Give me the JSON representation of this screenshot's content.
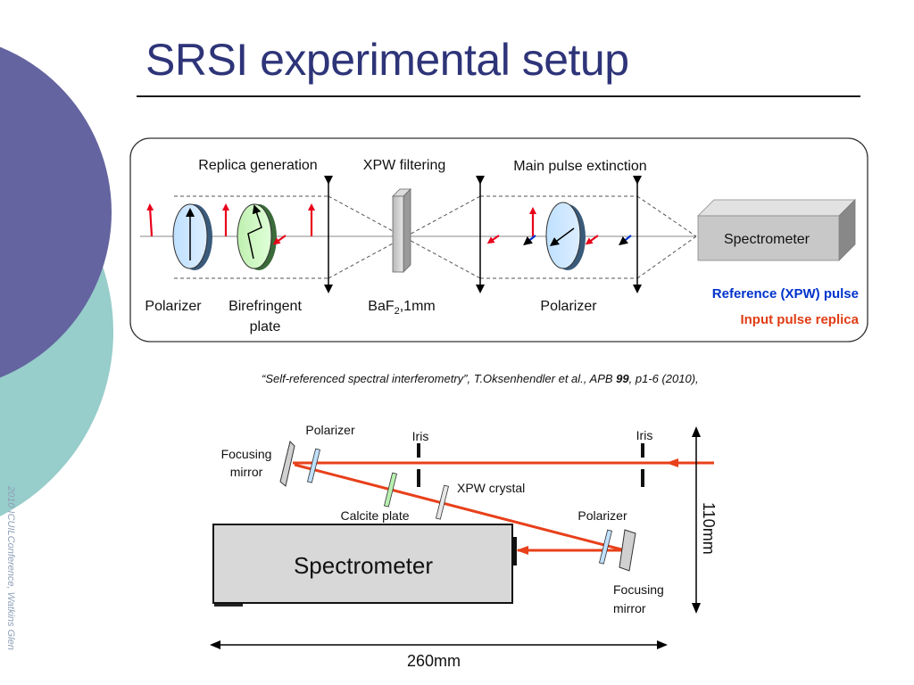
{
  "slide": {
    "title": "SRSI experimental setup",
    "footer_credit": "2010 ICUILConference, Watkins Glen"
  },
  "schematic": {
    "section_labels": [
      "Replica generation",
      "XPW filtering",
      "Main pulse extinction"
    ],
    "component_labels": {
      "polarizer_left": "Polarizer",
      "birefringent_line1": "Birefringent",
      "birefringent_line2": "plate",
      "baf2_main": "BaF",
      "baf2_sub": "2",
      "baf2_rest": ",1mm",
      "polarizer_right": "Polarizer",
      "spectrometer": "Spectrometer"
    },
    "legend": {
      "reference": "Reference (XPW) pulse",
      "input": "Input pulse replica"
    },
    "colors": {
      "reference": "#0033CC",
      "input": "#E03C14",
      "red_arrow": "#E8001A"
    }
  },
  "citation": {
    "prefix": "“Self-referenced spectral interferometry”, T.Oksenhendler et al., APB ",
    "volume": "99",
    "suffix": ", p1-6 (2010),"
  },
  "layout_diagram": {
    "labels": {
      "polarizer_top": "Polarizer",
      "iris_left": "Iris",
      "iris_right": "Iris",
      "focusing_mirror_left_1": "Focusing",
      "focusing_mirror_left_2": "mirror",
      "xpw_crystal": "XPW crystal",
      "calcite_plate": "Calcite plate",
      "polarizer_bottom": "Polarizer",
      "focusing_mirror_right_1": "Focusing",
      "focusing_mirror_right_2": "mirror",
      "spectrometer": "Spectrometer"
    },
    "dimensions": {
      "height": "110mm",
      "width": "260mm"
    },
    "colors": {
      "beam": "#E8401A"
    }
  }
}
